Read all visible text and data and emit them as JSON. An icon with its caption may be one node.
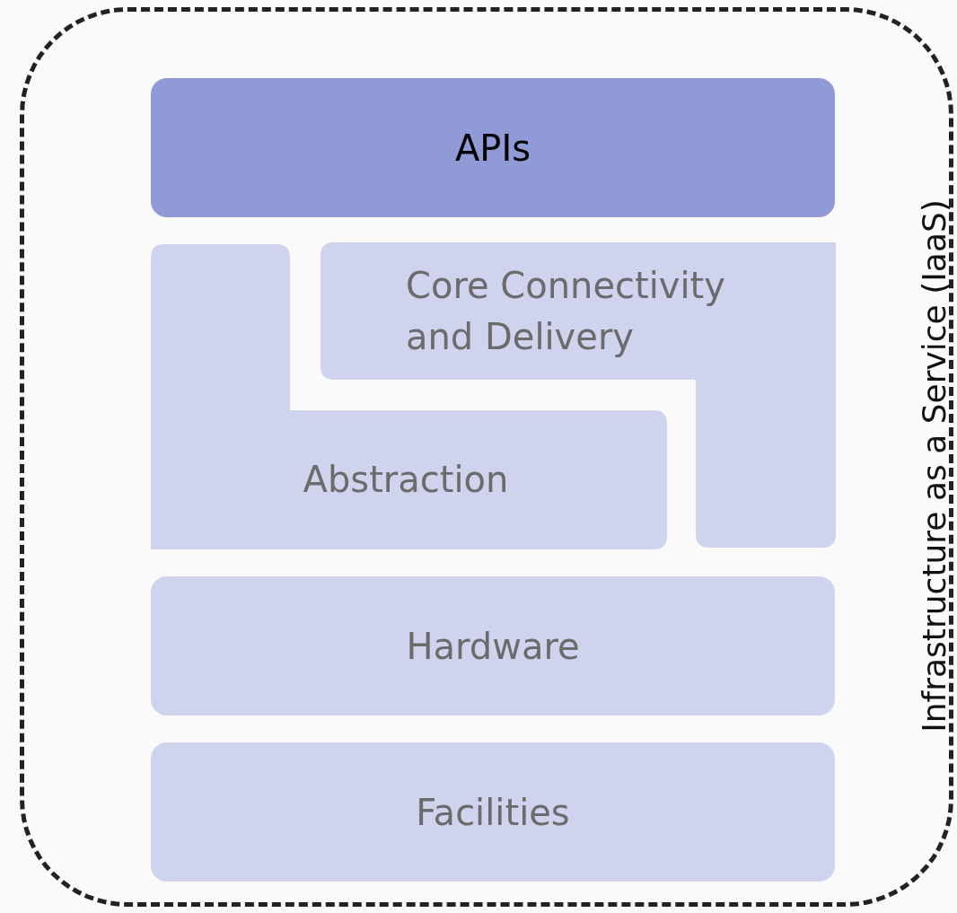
{
  "diagram": {
    "nodes": [
      {
        "text": [
          "Infrastructure as a Service (IaaS)"
        ]
      },
      {
        "text": [
          "APIs"
        ],
        "in": 0
      },
      {
        "text": [
          "Core Connectivity and Delivery"
        ],
        "in": 0
      },
      {
        "text": [
          "Abstraction"
        ],
        "in": 0
      },
      {
        "text": [
          "Hardware"
        ],
        "in": 0
      },
      {
        "text": [
          "Facilities"
        ],
        "in": 0
      }
    ]
  }
}
